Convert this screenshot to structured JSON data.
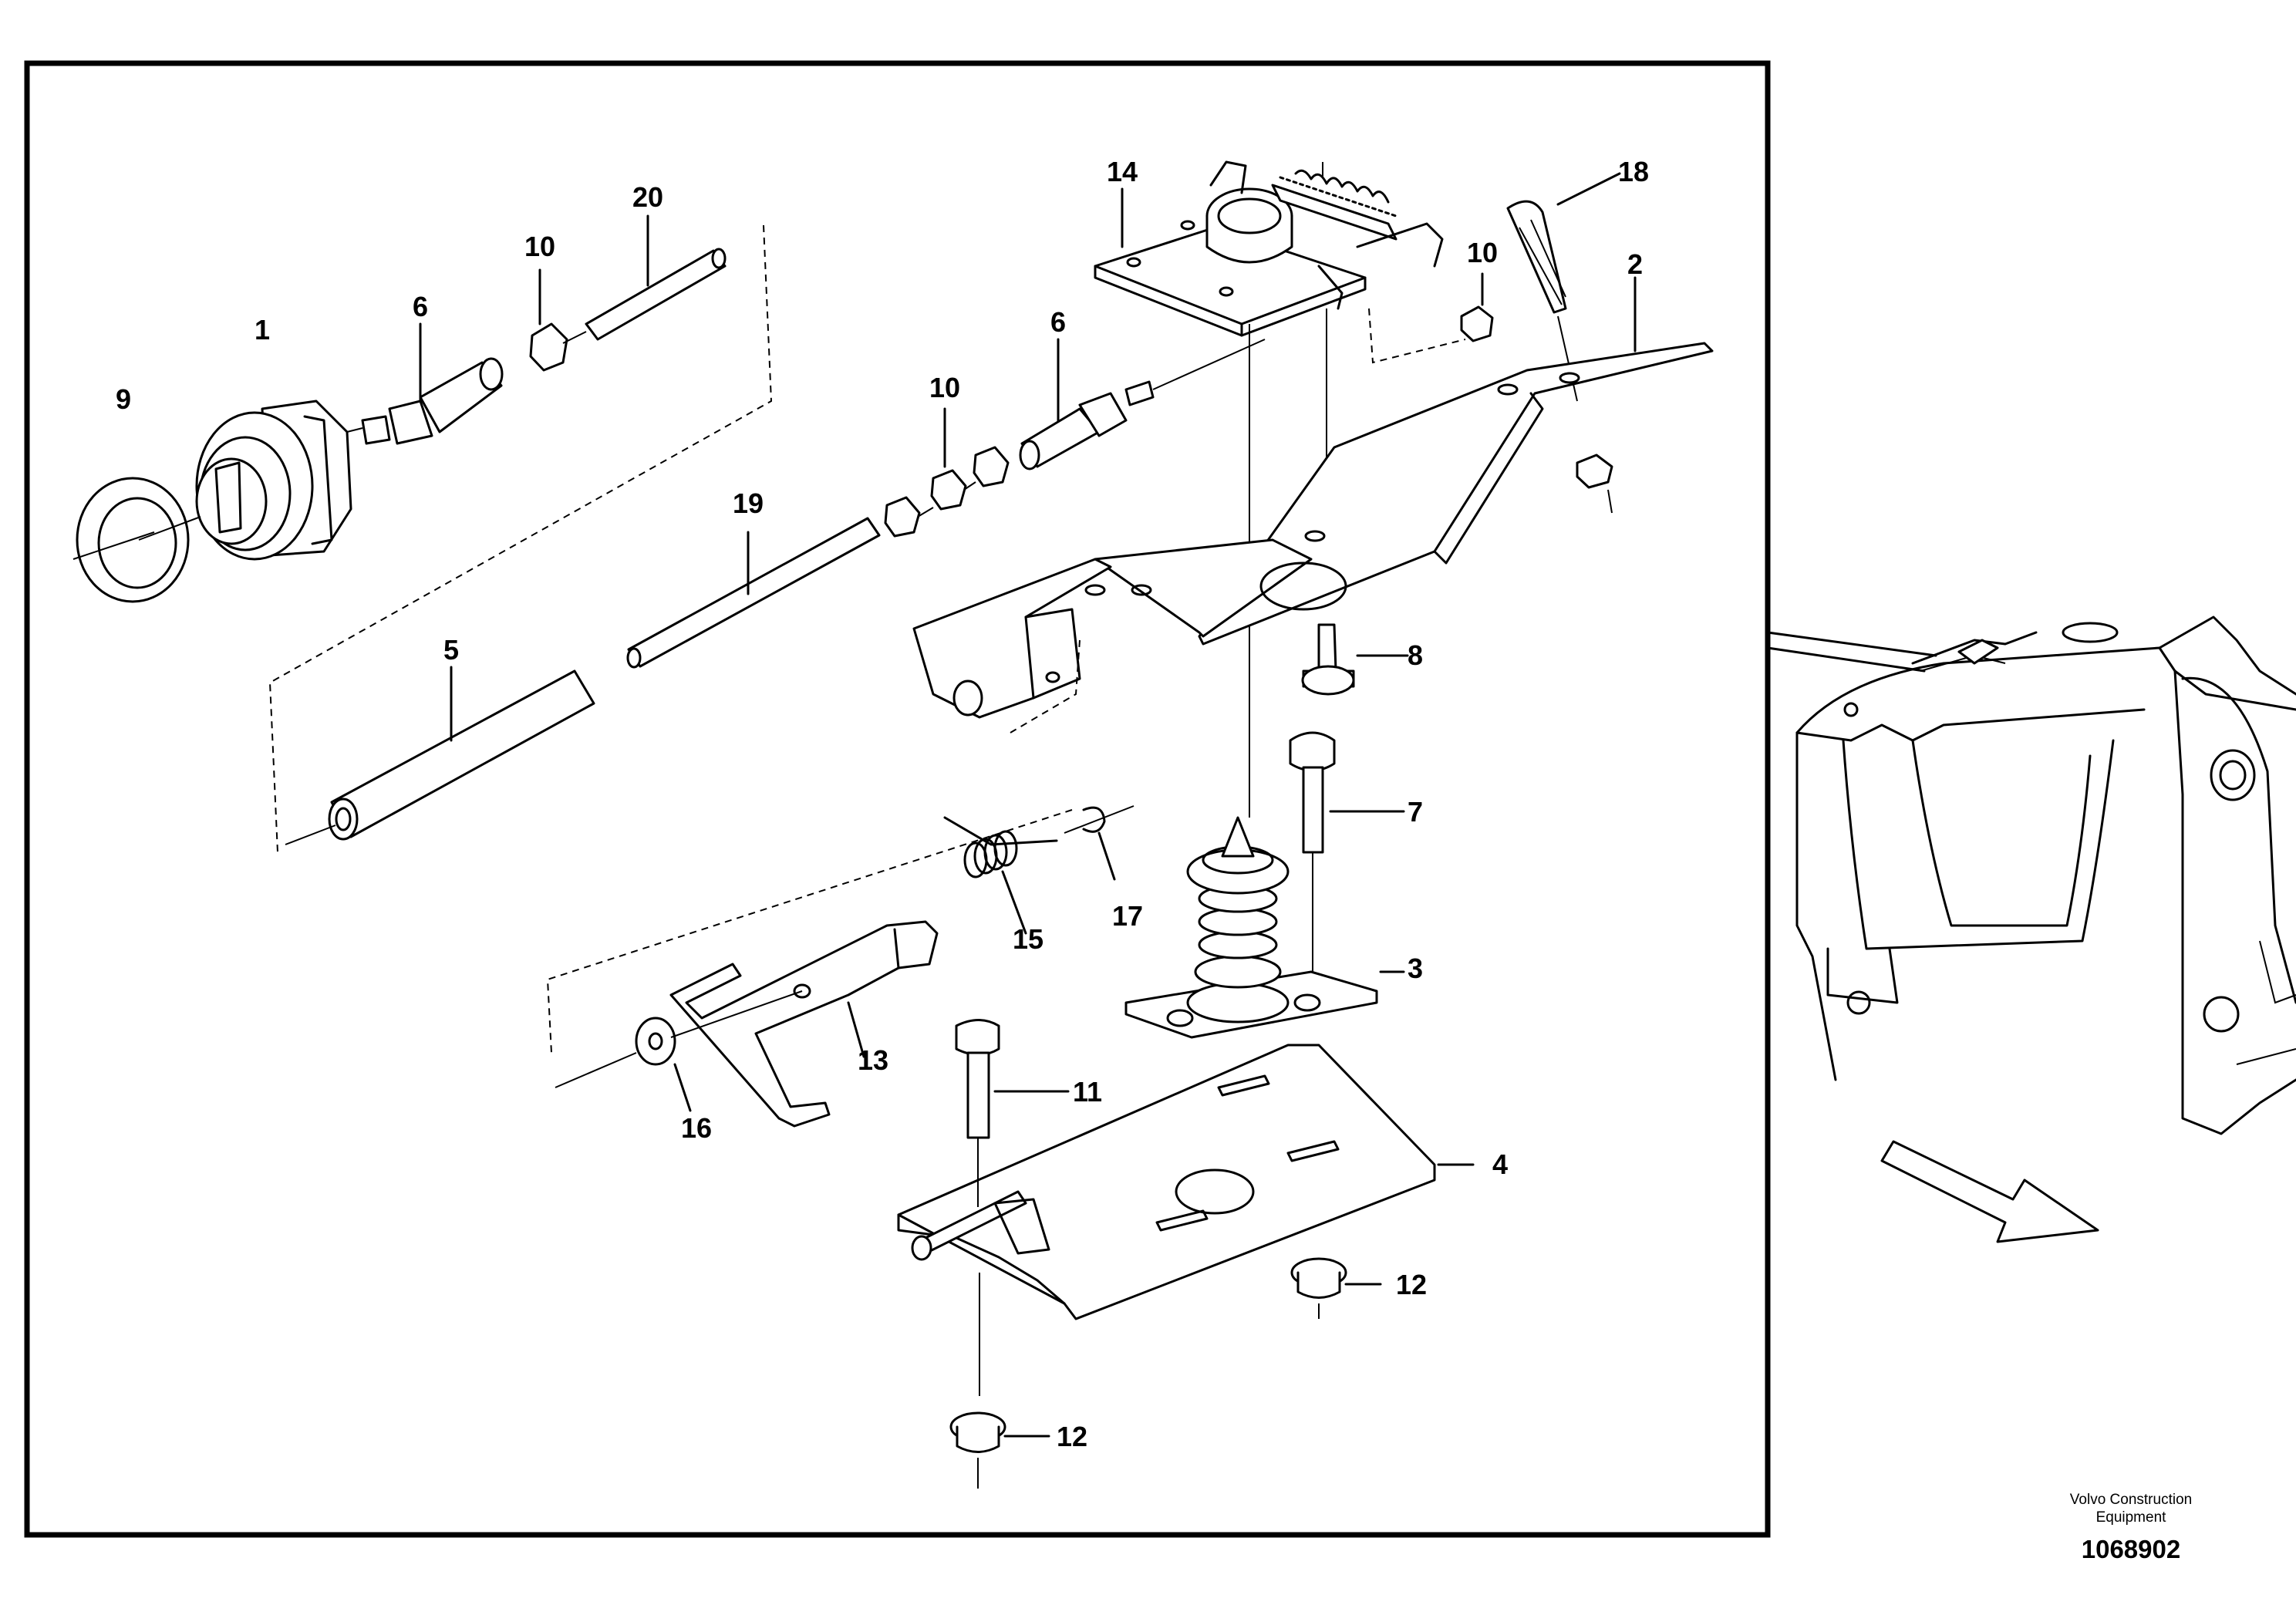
{
  "callouts": {
    "c1": "1",
    "c2": "2",
    "c3": "3",
    "c4": "4",
    "c5": "5",
    "c6a": "6",
    "c6b": "6",
    "c7": "7",
    "c8": "8",
    "c9": "9",
    "c10a": "10",
    "c10b": "10",
    "c10c": "10",
    "c11": "11",
    "c12a": "12",
    "c12b": "12",
    "c13": "13",
    "c14": "14",
    "c15": "15",
    "c16": "16",
    "c17": "17",
    "c18": "18",
    "c19": "19",
    "c20": "20"
  },
  "footer": {
    "brand_line1": "Volvo Construction",
    "brand_line2": "Equipment",
    "doc_number": "1068902"
  },
  "colors": {
    "line": "#000000",
    "background": "#ffffff"
  }
}
